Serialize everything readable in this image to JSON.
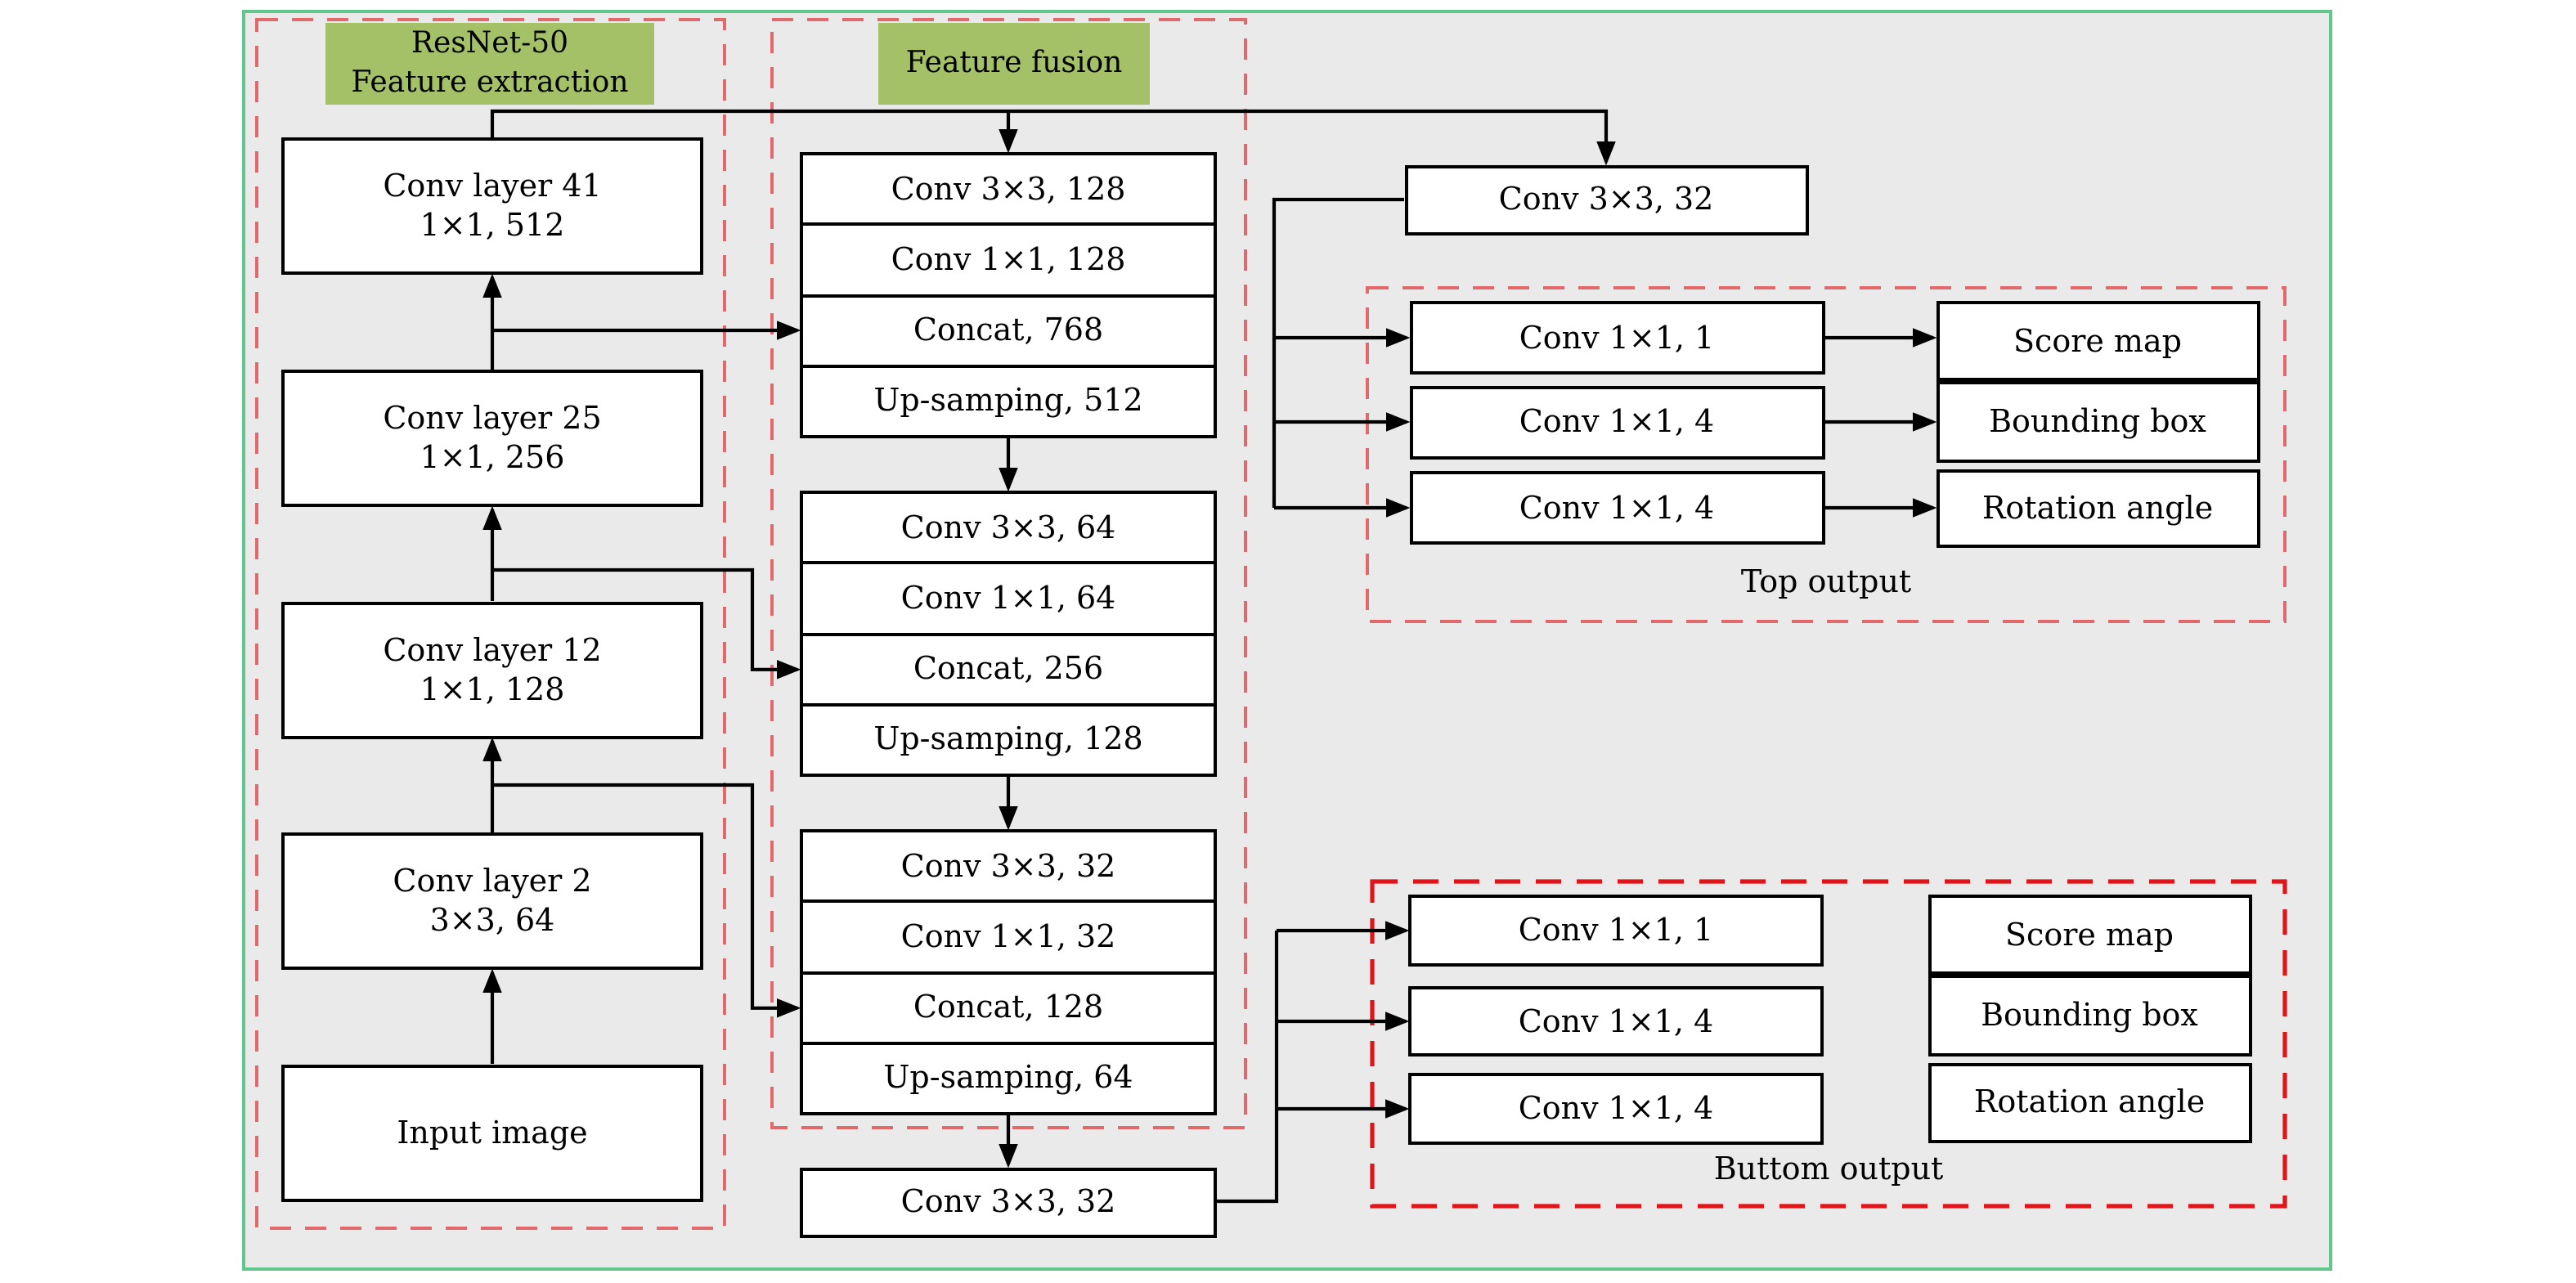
{
  "diagram": {
    "groups": {
      "feature_extraction": {
        "line1": "ResNet-50",
        "line2": "Feature extraction"
      },
      "feature_fusion": {
        "label": "Feature fusion"
      },
      "top_output": {
        "caption": "Top output"
      },
      "bottom_output": {
        "caption": "Buttom output"
      }
    },
    "backbone": {
      "layers": [
        {
          "title": "Conv layer 41",
          "spec": "1×1, 512"
        },
        {
          "title": "Conv layer 25",
          "spec": "1×1, 256"
        },
        {
          "title": "Conv layer 12",
          "spec": "1×1, 128"
        },
        {
          "title": "Conv layer 2",
          "spec": "3×3, 64"
        }
      ],
      "input_label": "Input image"
    },
    "fusion": {
      "stage1": [
        "Conv 3×3, 128",
        "Conv 1×1, 128",
        "Concat, 768",
        "Up-samping, 512"
      ],
      "stage2": [
        "Conv 3×3, 64",
        "Conv 1×1, 64",
        "Concat, 256",
        "Up-samping, 128"
      ],
      "stage3": [
        "Conv 3×3, 32",
        "Conv 1×1, 32",
        "Concat, 128",
        "Up-samping, 64"
      ],
      "output_conv": "Conv 3×3, 32"
    },
    "top_branch": {
      "merge_conv": "Conv 3×3, 32",
      "heads": [
        "Conv 1×1, 1",
        "Conv 1×1, 4",
        "Conv 1×1, 4"
      ],
      "outputs": [
        "Score map",
        "Bounding box",
        "Rotation angle"
      ]
    },
    "bottom_branch": {
      "heads": [
        "Conv 1×1, 1",
        "Conv 1×1, 4",
        "Conv 1×1, 4"
      ],
      "outputs": [
        "Score map",
        "Bounding box",
        "Rotation angle"
      ]
    },
    "colors": {
      "canvas_bg": "#eaeaea",
      "frame_border": "#62c78c",
      "group_dash": "#e2696b",
      "bottom_group_dash": "#e11419",
      "label_bg": "#a5c168",
      "node_bg": "#ffffff",
      "node_border": "#000000",
      "wire": "#000000"
    }
  }
}
